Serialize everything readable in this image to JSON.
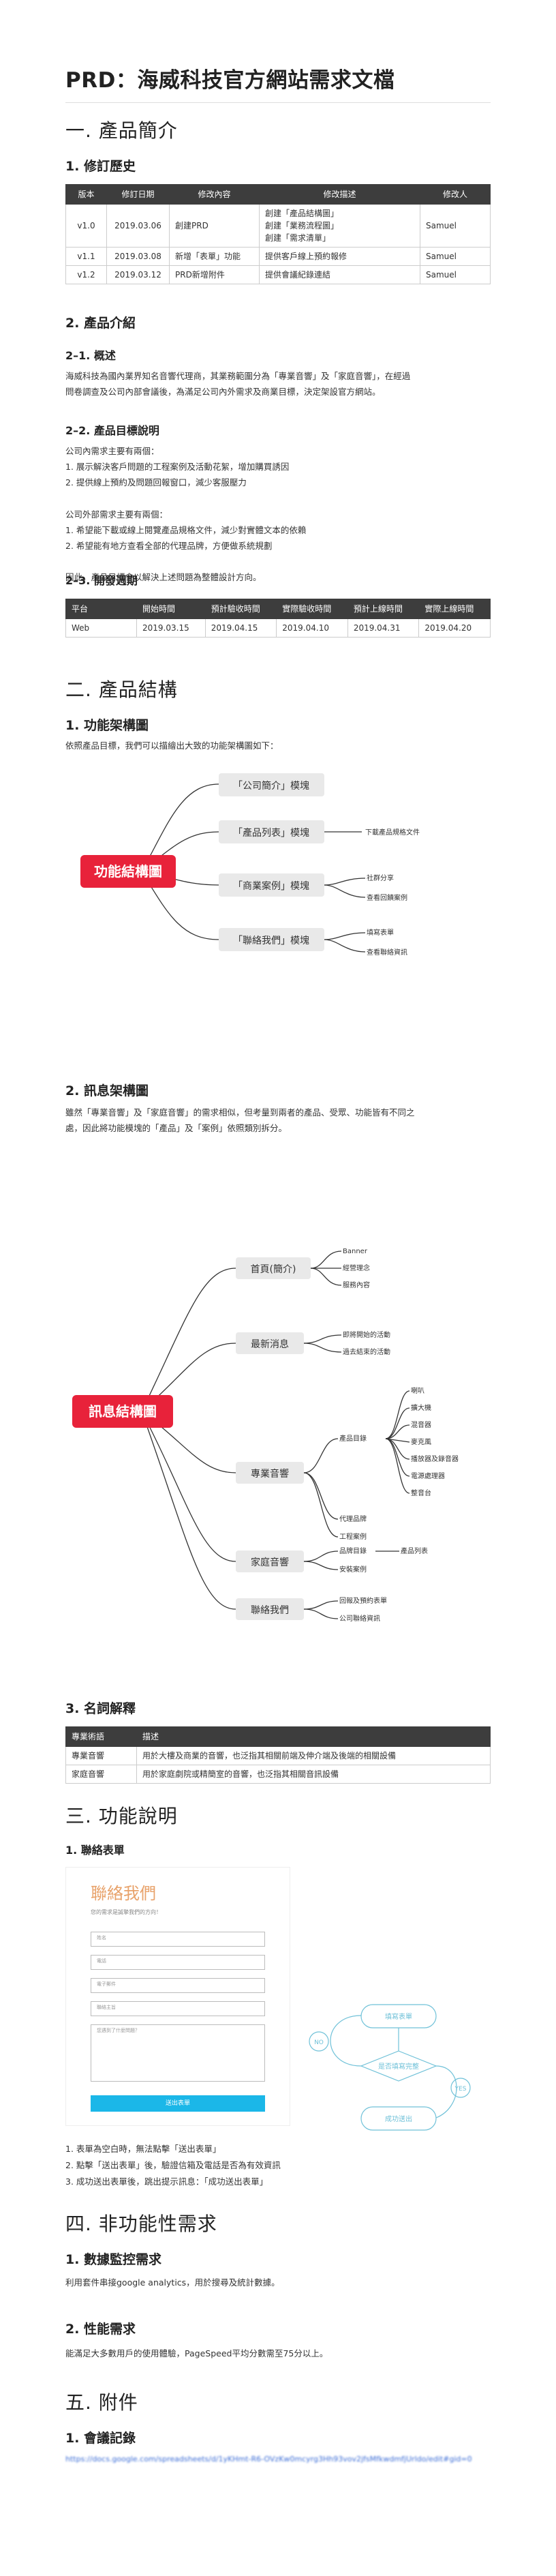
{
  "title": "PRD：海威科技官方網站需求文檔",
  "s1": {
    "h": "一. 產品簡介",
    "rev": {
      "h": "1. 修訂歷史",
      "cols": [
        "版本",
        "修訂日期",
        "修改內容",
        "修改描述",
        "修改人"
      ],
      "rows": [
        {
          "v": "v1.0",
          "d": "2019.03.06",
          "c": "創建PRD",
          "desc": [
            "創建「產品結構圖」",
            "創建「業務流程圖」",
            "創建「需求清單」"
          ],
          "by": "Samuel"
        },
        {
          "v": "v1.1",
          "d": "2019.03.08",
          "c": "新增「表單」功能",
          "desc": [
            "提供客戶線上預約報修"
          ],
          "by": "Samuel"
        },
        {
          "v": "v1.2",
          "d": "2019.03.12",
          "c": "PRD新增附件",
          "desc": [
            "提供會議紀錄連結"
          ],
          "by": "Samuel"
        }
      ]
    },
    "intro": {
      "h": "2. 產品介紹",
      "overview_h": "2–1. 概述",
      "overview": [
        "海威科技為國內業界知名音響代理商，其業務範圍分為「專業音響」及「家庭音響」，在經過",
        "問卷調查及公司內部會議後，為滿足公司內外需求及商業目標，決定架設官方網站。"
      ],
      "goal_h": "2–2. 產品目標說明",
      "goal": [
        "公司內需求主要有兩個：",
        "1. 展示解決客戶問題的工程案例及活動花絮，增加購買誘因",
        "2. 提供線上預約及問題回報窗口，減少客服壓力",
        "",
        "公司外部需求主要有兩個：",
        "1. 希望能下載或線上閱覽產品規格文件，減少對實體文本的依賴",
        "2. 希望能有地方查看全部的代理品牌，方便做系統規劃",
        "",
        "因此，產品目標會以解決上述問題為整體設計方向。"
      ],
      "cycle_h": "2–3. 開發週期",
      "cycle_cols": [
        "平台",
        "開始時間",
        "預計驗收時間",
        "實際驗收時間",
        "預計上線時間",
        "實際上線時間"
      ],
      "cycle_row": [
        "Web",
        "2019.03.15",
        "2019.04.15",
        "2019.04.10",
        "2019.04.31",
        "2019.04.20"
      ]
    }
  },
  "s2": {
    "h": "二. 產品結構",
    "func": {
      "h": "1. 功能架構圖",
      "p": "依照產品目標，我們可以描繪出大致的功能架構圖如下：",
      "root": "功能結構圖",
      "nodes": [
        {
          "label": "「公司簡介」模塊",
          "leaves": []
        },
        {
          "label": "「產品列表」模塊",
          "leaves": [
            "下載產品規格文件"
          ]
        },
        {
          "label": "「商業案例」模塊",
          "leaves": [
            "社群分享",
            "查看回饋案例"
          ]
        },
        {
          "label": "「聯絡我們」模塊",
          "leaves": [
            "填寫表單",
            "查看聯絡資訊"
          ]
        }
      ]
    },
    "info": {
      "h": "2. 訊息架構圖",
      "p": [
        "雖然「專業音響」及「家庭音響」的需求相似，但考量到兩者的產品、受眾、功能皆有不同之",
        "處，因此將功能模塊的「產品」及「案例」依照類別拆分。"
      ],
      "root": "訊息結構圖",
      "nodes": [
        {
          "label": "首頁(簡介)",
          "leaves": [
            "Banner",
            "經營理念",
            "服務內容"
          ]
        },
        {
          "label": "最新消息",
          "leaves": [
            "即將開始的活動",
            "過去結束的活動"
          ]
        },
        {
          "label": "專業音響",
          "leaves": [
            "產品目錄",
            "代理品牌",
            "工程案例"
          ],
          "sub": [
            "喇叭",
            "擴大機",
            "混音器",
            "麥克風",
            "播放器及錄音器",
            "電源處理器",
            "整音台"
          ]
        },
        {
          "label": "家庭音響",
          "leaves": [
            "品牌目錄",
            "安裝案例"
          ],
          "sub2": "產品列表"
        },
        {
          "label": "聯絡我們",
          "leaves": [
            "回報及預約表單",
            "公司聯絡資訊"
          ]
        }
      ]
    },
    "terms": {
      "h": "3. 名詞解釋",
      "cols": [
        "專業術語",
        "描述"
      ],
      "rows": [
        [
          "專業音響",
          "用於大樓及商業的音響，也泛指其相關前端及伸介端及後端的相關設備"
        ],
        [
          "家庭音響",
          "用於家庭劇院或精簡室的音響，也泛指其相關音訊設備"
        ]
      ]
    }
  },
  "s3": {
    "h": "三. 功能說明",
    "form_h": "1. 聯絡表單",
    "form": {
      "title": "聯絡我們",
      "sub": "您的需求是誠摯我們的方向！",
      "fields": [
        "姓名",
        "電話",
        "電子郵件",
        "聯絡主旨",
        "您遇到了什麼問題？"
      ],
      "btn": "送出表單"
    },
    "flow": {
      "a": "填寫表單",
      "q": "是否填寫完整",
      "b": "成功送出",
      "no": "NO",
      "yes": "YES"
    },
    "steps": [
      "表單為空白時，無法點擊「送出表單」",
      "點擊「送出表單」後，驗證信箱及電話是否為有效資訊",
      "成功送出表單後，跳出提示訊息：「成功送出表單」"
    ]
  },
  "s4": {
    "h": "四. 非功能性需求",
    "mon_h": "1. 數據監控需求",
    "mon": "利用套件串接google analytics，用於搜尋及統計數據。",
    "perf_h": "2. 性能需求",
    "perf": "能滿足大多數用戶的使用體驗，PageSpeed平均分數需至75分以上。"
  },
  "s5": {
    "h": "五. 附件",
    "meet_h": "1. 會議記錄",
    "link": "https://docs.google.com/spreadsheets/d/1yKHmt-R6-OVzKw0mcyrg3Hh93vov2jfsMfkwdmfjUrldo/edit#gid=0"
  },
  "colors": {
    "red": "#e8223a",
    "dark": "#3d3d3d",
    "node": "#e9e9e9",
    "accent": "#e8a26a",
    "btn": "#1bb7e8",
    "flow": "#6fc1d8"
  }
}
